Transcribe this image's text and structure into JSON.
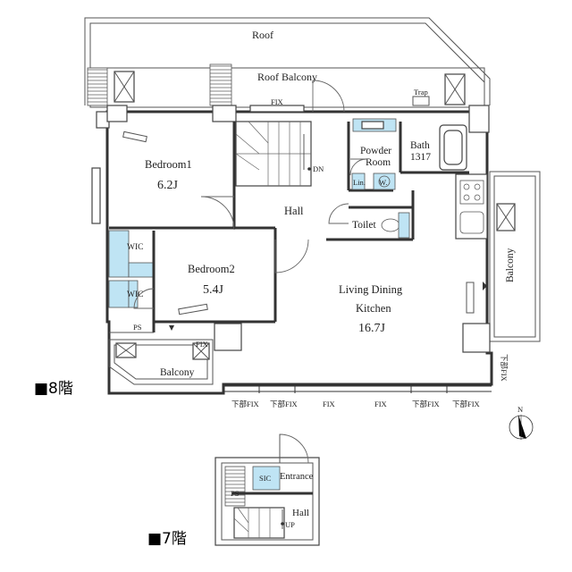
{
  "floor8": {
    "label": "■8階",
    "rooms": {
      "roof": "Roof",
      "roof_balcony": "Roof Balcony",
      "bedroom1_name": "Bedroom1",
      "bedroom1_size": "6.2J",
      "bedroom2_name": "Bedroom2",
      "bedroom2_size": "5.4J",
      "hall": "Hall",
      "powder_room_line1": "Powder",
      "powder_room_line2": "Room",
      "bath": "Bath",
      "bath_size": "1317",
      "toilet": "Toilet",
      "ldk_line1": "Living Dining",
      "ldk_line2": "Kitchen",
      "ldk_size": "16.7J",
      "balcony_small": "Balcony",
      "balcony_side": "Balcony",
      "wic_1": "WIC",
      "wic_2": "WIC",
      "ps": "PS",
      "lin": "Lin.",
      "w": "W.",
      "trap": "Trap",
      "dn": "DN"
    },
    "window_labels": {
      "fix_top": "FIX",
      "fix_balcony": "FIX",
      "bottom_kabu_1": "下部FIX",
      "bottom_kabu_2": "下部FIX",
      "bottom_fix_1": "FIX",
      "bottom_fix_2": "FIX",
      "bottom_kabu_3": "下部FIX",
      "bottom_kabu_4": "下部FIX",
      "right_vertical": "下部FIX"
    }
  },
  "floor7": {
    "label": "■7階",
    "rooms": {
      "sic": "SIC",
      "entrance": "Entrance",
      "ps": "PS",
      "hall": "Hall",
      "up": "UP"
    }
  },
  "compass": {
    "north": "N"
  },
  "colors": {
    "storage_fill": "#bfe4f4",
    "wall_stroke": "#333333"
  }
}
